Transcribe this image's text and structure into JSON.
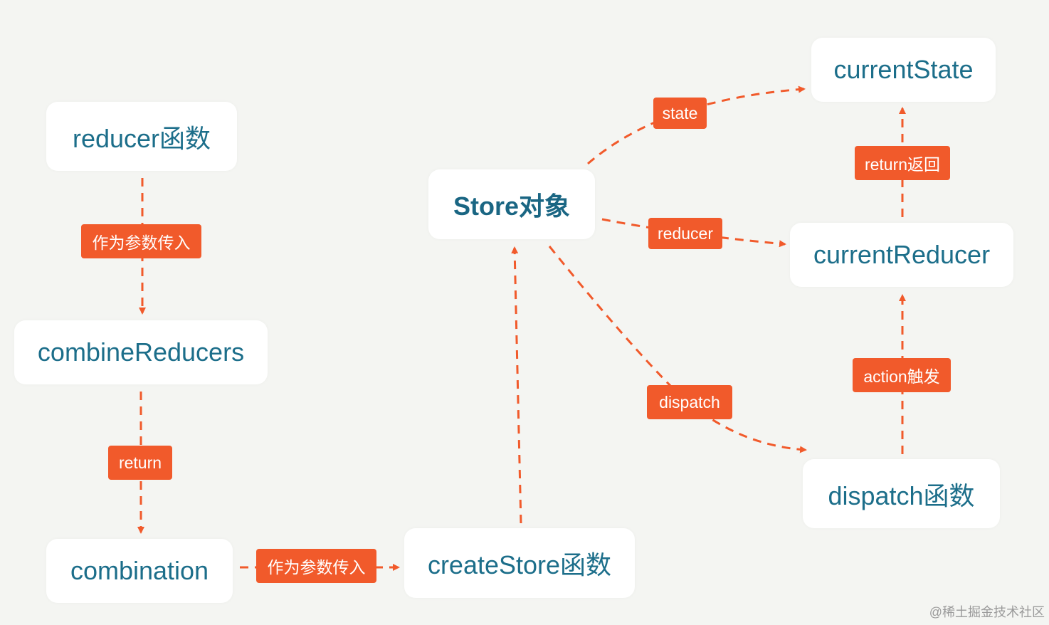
{
  "colors": {
    "accent": "#f15a2b",
    "node_text": "#1c6e8a",
    "background": "#f4f5f2"
  },
  "nodes": {
    "reducer_fn": "reducer函数",
    "combine_reducers": "combineReducers",
    "combination": "combination",
    "create_store": "createStore函数",
    "store": "Store对象",
    "current_state": "currentState",
    "current_reducer": "currentReducer",
    "dispatch_fn": "dispatch函数"
  },
  "labels": {
    "pass_as_param_1": "作为参数传入",
    "return": "return",
    "pass_as_param_2": "作为参数传入",
    "state": "state",
    "reducer": "reducer",
    "dispatch": "dispatch",
    "return_back": "return返回",
    "action_trigger": "action触发"
  },
  "watermark": "@稀土掘金技术社区"
}
